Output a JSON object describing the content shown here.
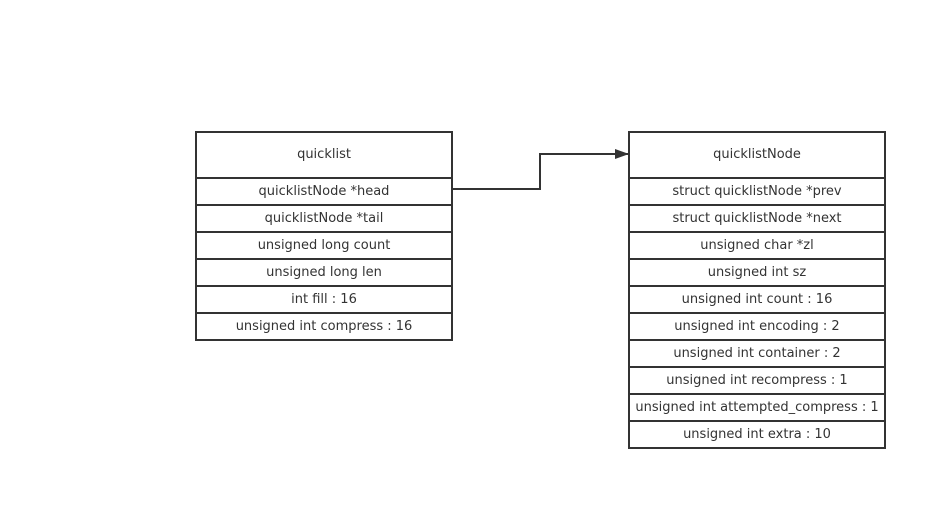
{
  "quicklist": {
    "title": "quicklist",
    "fields": [
      "quicklistNode *head",
      "quicklistNode *tail",
      "unsigned long count",
      "unsigned long len",
      "int fill : 16",
      "unsigned int compress : 16"
    ]
  },
  "quicklistNode": {
    "title": "quicklistNode",
    "fields": [
      "struct quicklistNode *prev",
      "struct quicklistNode *next",
      "unsigned char *zl",
      "unsigned int sz",
      "unsigned int count : 16",
      "unsigned int encoding : 2",
      "unsigned int container : 2",
      "unsigned int recompress : 1",
      "unsigned int attempted_compress : 1",
      "unsigned int extra : 10"
    ]
  },
  "colors": {
    "stroke": "#333333",
    "text": "#333333",
    "background": "#ffffff"
  }
}
